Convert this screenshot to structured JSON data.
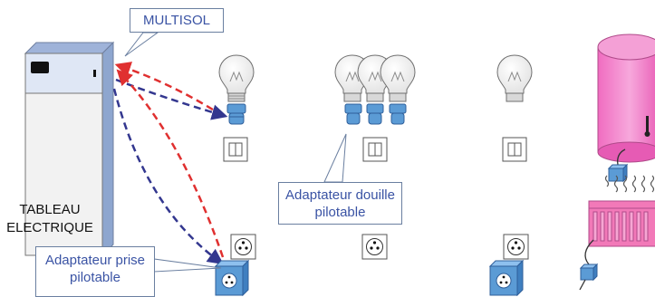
{
  "callouts": {
    "multisol": "MULTISOL",
    "douille_line1": "Adaptateur douille",
    "douille_line2": "pilotable",
    "prise_line1": "Adaptateur prise",
    "prise_line2": "pilotable"
  },
  "panel": {
    "line1": "TABLEAU",
    "line2": "ELECTRIQUE"
  },
  "colors": {
    "red_signal": "#e03030",
    "blue_signal": "#33378f",
    "adapter_blue": "#5b9bd5",
    "heater_pink": "#f080c8",
    "radiator_pink": "#f279b8"
  }
}
